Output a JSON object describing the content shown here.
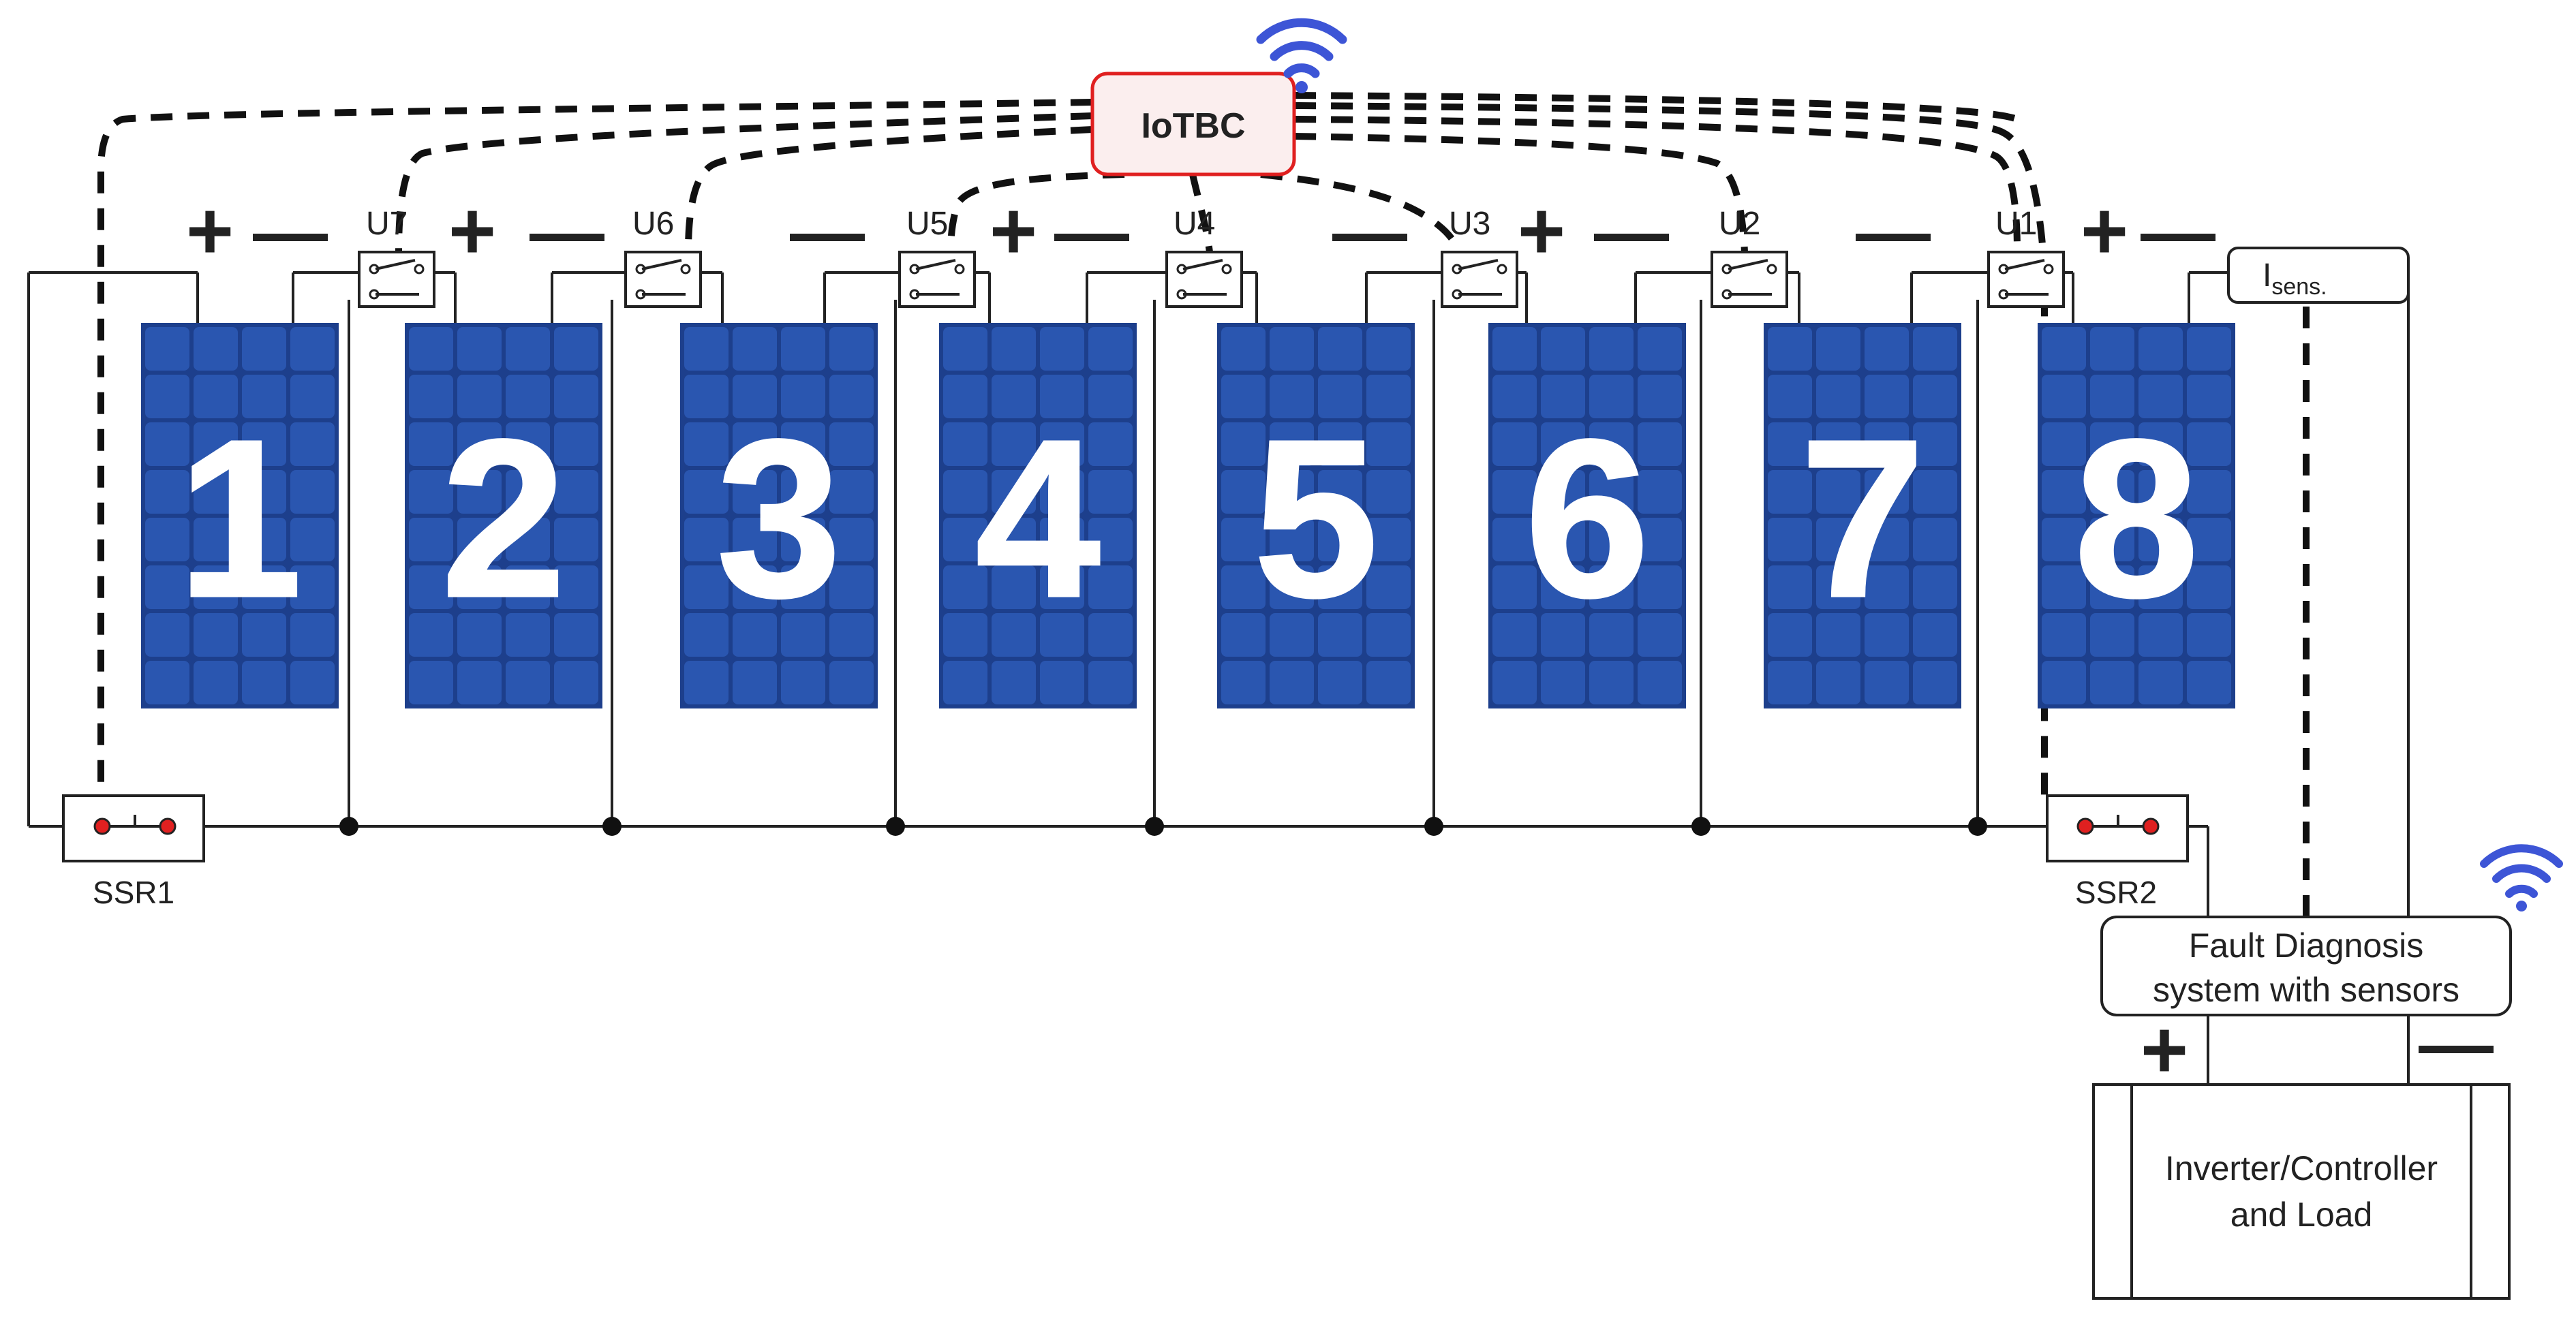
{
  "controller": {
    "label": "IoTBC"
  },
  "panels": [
    {
      "number": "1"
    },
    {
      "number": "2"
    },
    {
      "number": "3"
    },
    {
      "number": "4"
    },
    {
      "number": "5"
    },
    {
      "number": "6"
    },
    {
      "number": "7"
    },
    {
      "number": "8"
    }
  ],
  "switches": [
    {
      "label": "U7"
    },
    {
      "label": "U6"
    },
    {
      "label": "U5"
    },
    {
      "label": "U4"
    },
    {
      "label": "U3"
    },
    {
      "label": "U2"
    },
    {
      "label": "U1"
    }
  ],
  "relays": [
    {
      "label": "SSR1"
    },
    {
      "label": "SSR2"
    }
  ],
  "sensor": {
    "main": "I",
    "subscript": "sens."
  },
  "fault_diagnosis": {
    "line1": "Fault Diagnosis",
    "line2": "system with sensors"
  },
  "load": {
    "line1": "Inverter/Controller",
    "line2": "and Load"
  },
  "polarity": {
    "plus": "+",
    "minus": "—"
  },
  "colors": {
    "panel": "#1d3f8c",
    "panel_cell": "#2a56b0",
    "controller_border": "#e02020",
    "controller_fill": "#fbeeee",
    "wifi": "#3d55d6",
    "relay_dot": "#e02020"
  },
  "icons": {
    "wireless": "wifi-icon"
  }
}
